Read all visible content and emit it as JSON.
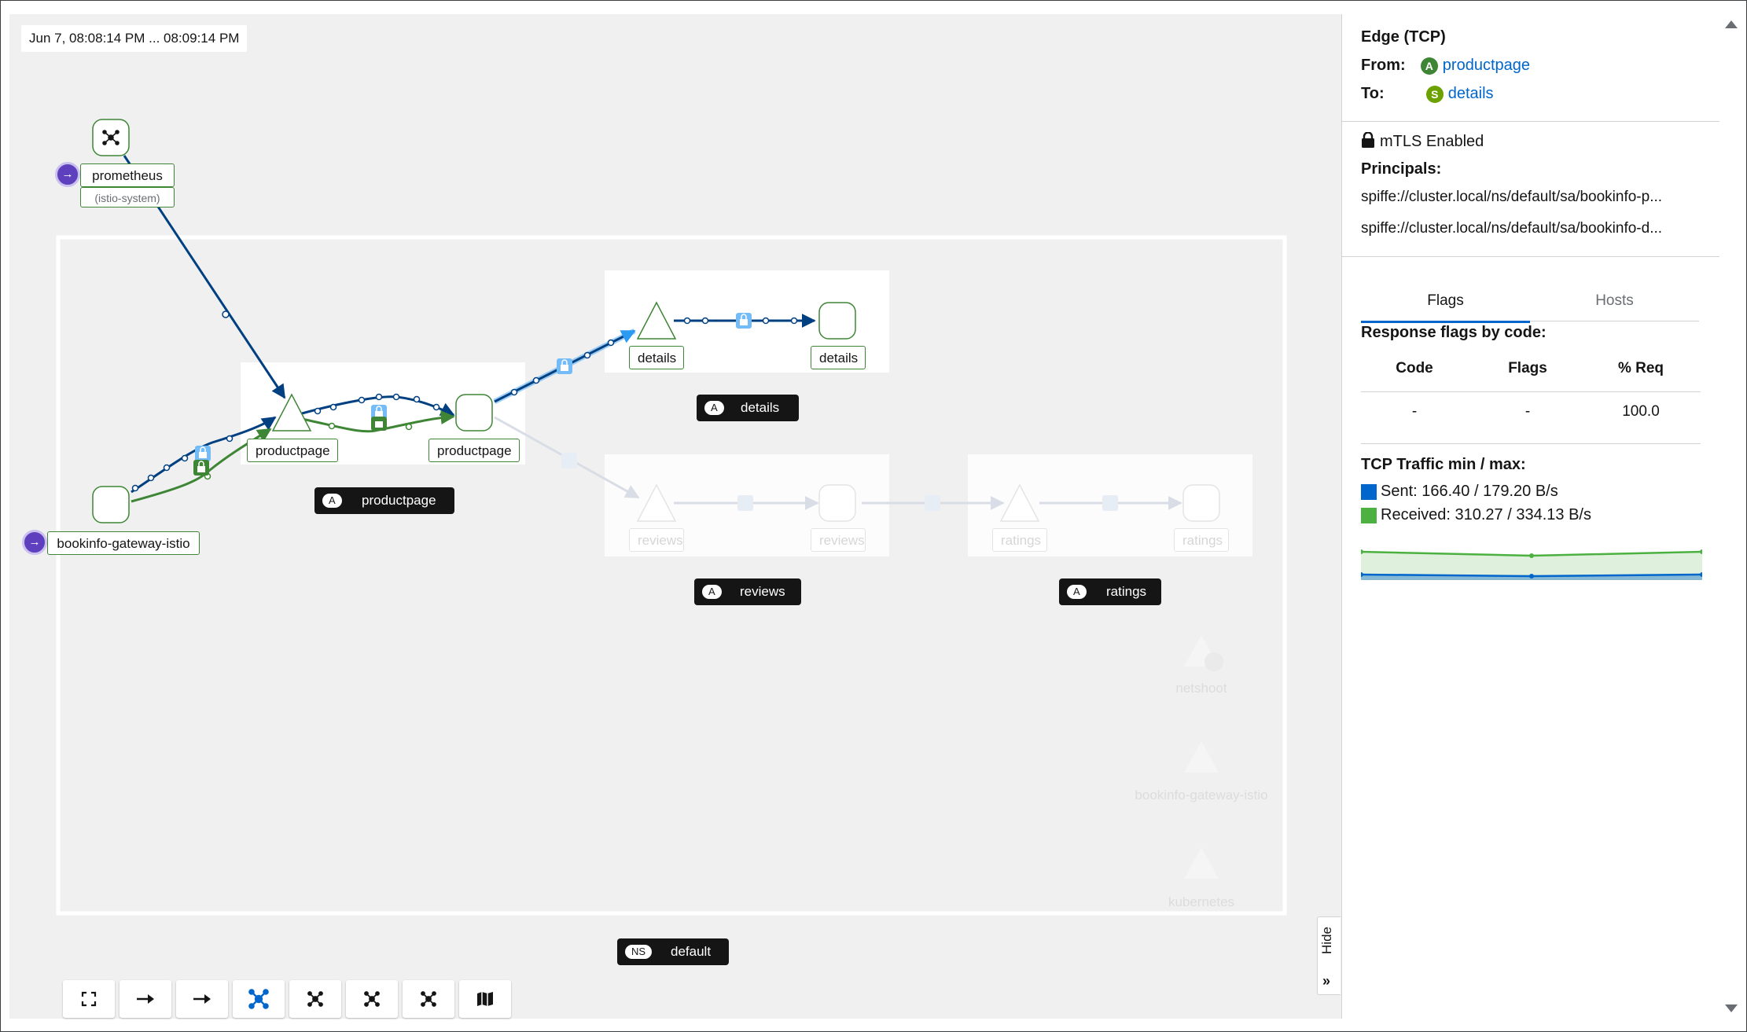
{
  "graph": {
    "time_range": "Jun 7, 08:08:14 PM ... 08:09:14 PM",
    "namespace_badge": {
      "tag": "NS",
      "label": "default"
    },
    "nodes": {
      "prometheus": "prometheus",
      "prometheus_ns": "(istio-system)",
      "gateway": "bookinfo-gateway-istio",
      "productpage_app": "productpage",
      "productpage_svc": "productpage",
      "details_app": "details",
      "details_svc": "details",
      "reviews_app": "reviews",
      "reviews_svc": "reviews",
      "ratings_app": "ratings",
      "ratings_svc": "ratings",
      "netshoot": "netshoot",
      "gateway_faded": "bookinfo-gateway-istio",
      "kubernetes": "kubernetes"
    },
    "app_boxes": [
      {
        "tag": "A",
        "label": "productpage"
      },
      {
        "tag": "A",
        "label": "details"
      },
      {
        "tag": "A",
        "label": "reviews"
      },
      {
        "tag": "A",
        "label": "ratings"
      }
    ],
    "toolbar": [
      {
        "icon": "fit-to-screen-icon"
      },
      {
        "icon": "layout-arrow-icon"
      },
      {
        "icon": "layout-arrow-icon"
      },
      {
        "icon": "layout-default-icon"
      },
      {
        "icon": "layout-1-icon"
      },
      {
        "icon": "layout-2-icon"
      },
      {
        "icon": "layout-3-icon"
      },
      {
        "icon": "legend-map-icon"
      }
    ],
    "hide_label": "Hide"
  },
  "side_panel": {
    "title": "Edge (TCP)",
    "from_label": "From:",
    "from_badge": "A",
    "from_value": "productpage",
    "to_label": "To:",
    "to_badge": "S",
    "to_value": "details",
    "mtls": "mTLS Enabled",
    "principals_label": "Principals:",
    "principals": [
      "spiffe://cluster.local/ns/default/sa/bookinfo-p...",
      "spiffe://cluster.local/ns/default/sa/bookinfo-d..."
    ],
    "tabs": [
      "Flags",
      "Hosts"
    ],
    "flags_title": "Response flags by code:",
    "table_headers": [
      "Code",
      "Flags",
      "% Req"
    ],
    "table_row": [
      "-",
      "-",
      "100.0"
    ],
    "tcp_title": "TCP Traffic min / max:",
    "sent": "Sent: 166.40 / 179.20 B/s",
    "received": "Received: 310.27 / 334.13 B/s",
    "colors": {
      "sent": "#0066cc",
      "received": "#4cb140",
      "mtls_green": "#3e8635",
      "edge_blue": "#004080"
    }
  }
}
